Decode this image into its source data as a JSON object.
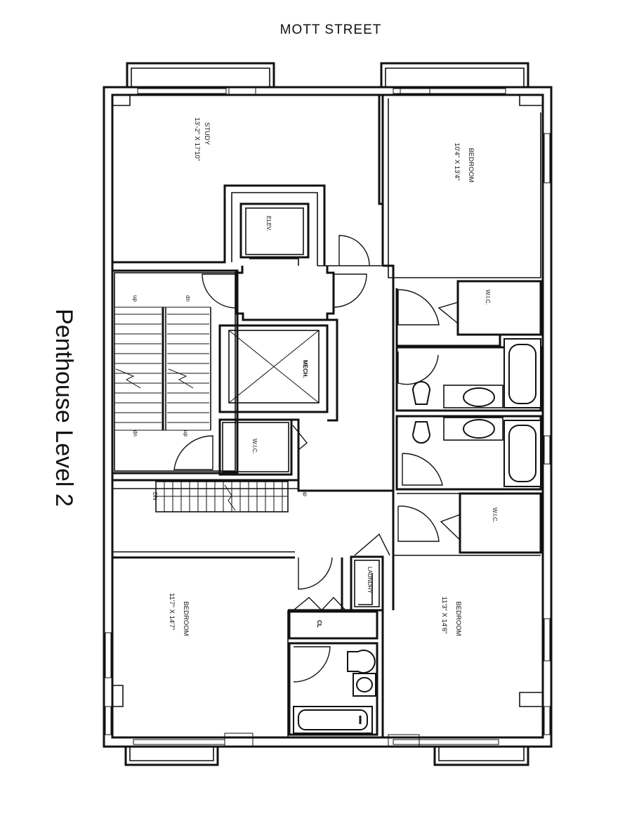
{
  "street_label": "MOTT  STREET",
  "level_title": "Penthouse  Level 2",
  "rooms": {
    "study": {
      "name": "STUDY",
      "dims": "13'-2\" X 17'10\""
    },
    "bedroom_ne": {
      "name": "BEDROOM",
      "dims": "10'4\" X 13'4\""
    },
    "bedroom_sw": {
      "name": "BEDROOM",
      "dims": "11'7\" X 14'7\""
    },
    "bedroom_se": {
      "name": "BEDROOM",
      "dims": "11'3\" X 14'6\""
    },
    "elevator": "ELEV.",
    "wic_center": "W.I.C.",
    "wic_ne": "W.I.C.",
    "wic_se": "W.I.C.",
    "laundry": "LAUNDRY",
    "mech": "MECH.",
    "closet": "CL"
  },
  "stair_labels": {
    "up_top": "up",
    "dn_top": "dn",
    "dn_bottom": "dn",
    "up_bottom": "up",
    "dn_lower": "DN",
    "up_lower": "up"
  }
}
